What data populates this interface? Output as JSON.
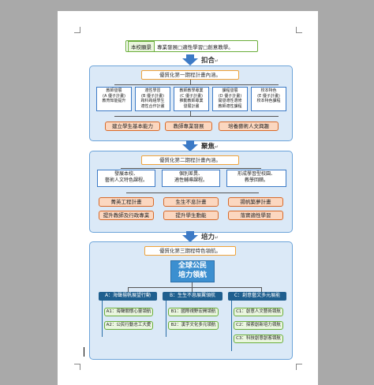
{
  "banner": {
    "label": "本校願景",
    "text": "專業發展□適性學習□創意教學。"
  },
  "stages": [
    "扣合",
    "聚焦",
    "培力"
  ],
  "return_mark": "↵",
  "phase1": {
    "title": "優質化第一期程計畫內涵。",
    "items": [
      "教師發展\n(A 優子計畫)\n教育知能提升",
      "適性學習\n(B 優子計畫)\n跨科跨組學生\n適性合作計畫",
      "教師教學專業\n(C 優子計畫)\n推動教師專業\n發展計畫",
      "課程發展\n(D 優子計畫)\n開發適性選修\n教師適性課程",
      "校本特色\n(E 優子計畫)\n校本特色課程\n"
    ],
    "outcomes": [
      "建立學生基本能力",
      "教師專業發展",
      "培養藝術人文興趣"
    ]
  },
  "phase2": {
    "title": "優質化第二期程計畫內涵。",
    "items": [
      "發展本校、\n藝術人文特色課程。",
      "個別差異、\n適性輔導課程。",
      "形成學習型校園、\n教學回饋。"
    ],
    "outcomes": [
      [
        "菁英工程計畫",
        "提升教師及行政專業"
      ],
      [
        "生生不息計畫",
        "提升學生動能"
      ],
      [
        "揚帆築夢計畫",
        "落實適性學習"
      ]
    ]
  },
  "phase3": {
    "title": "優質化第三期程特色領航。",
    "center": [
      "全球公民",
      "培力領航"
    ],
    "columns": [
      {
        "head": "A：海聲揚帆展望行動",
        "items": [
          "A1：海聲關懷心靈領航",
          "A2：公民行動志工大愛"
        ]
      },
      {
        "head": "B：生生不息展翼領航",
        "items": [
          "B1：國際視野宏開領航",
          "B2：漢字文化多元領航"
        ]
      },
      {
        "head": "C：創意藝文多元展能",
        "items": [
          "C1：創意人文藝術領航",
          "C2：探索創新培力領航",
          "C3：科技創意創客領航"
        ]
      }
    ]
  }
}
